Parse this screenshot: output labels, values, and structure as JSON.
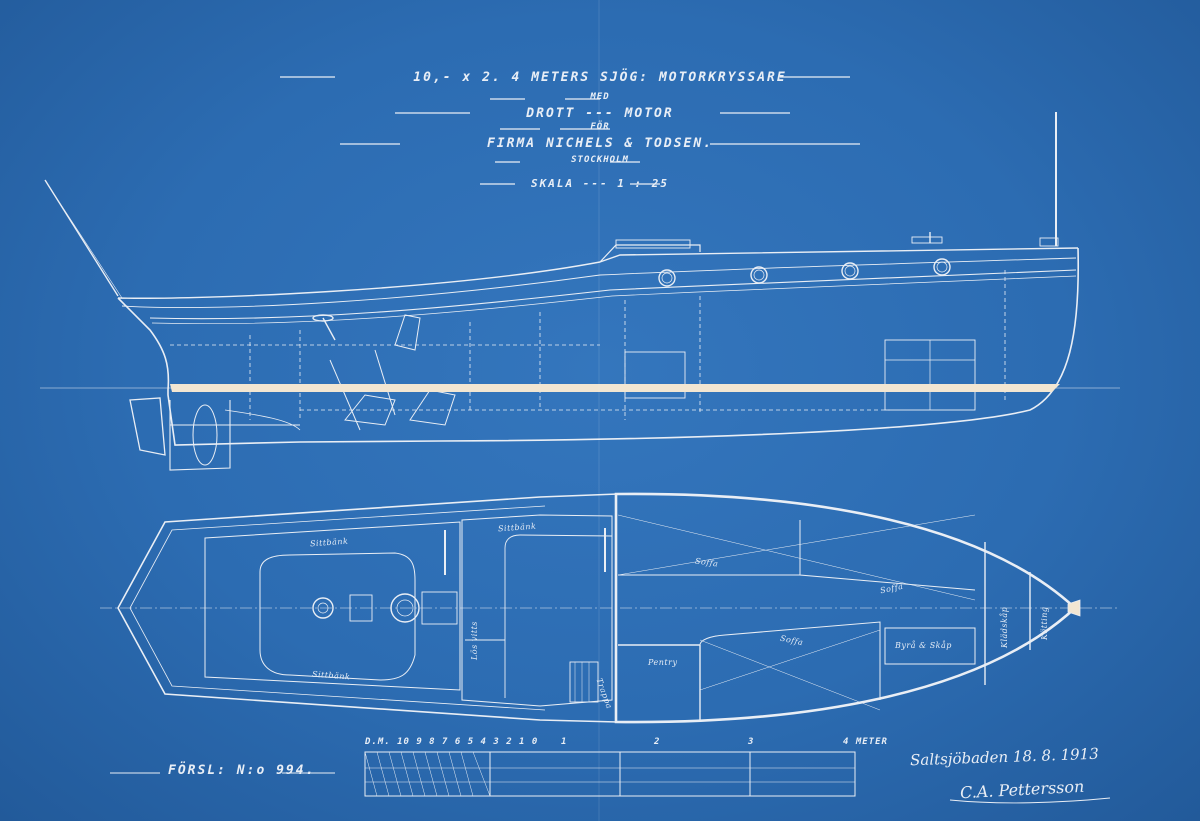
{
  "title_block": {
    "line1": "10,- x 2. 4 METERS SJÖG: MOTORKRYSSARE",
    "line2": "MED",
    "line3": "DROTT --- MOTOR",
    "line4": "FÖR",
    "line5": "FIRMA  NICHELS & TODSEN.",
    "line6": "STOCKHOLM",
    "line7": "SKALA --- 1 : 25"
  },
  "plan_labels": {
    "sittbank_top_left": "Sittbänk",
    "sittbank_top_right": "Sittbänk",
    "sittbank_bottom_left": "Sittbänk",
    "los_vitts": "Lös vitts",
    "pentry": "Pentry",
    "trappa": "Trappa",
    "soffa_1": "Soffa",
    "soffa_2": "Soffa",
    "soffa_3": "Soffa",
    "byra_skap": "Byrå & Skåp",
    "klädskåp": "Klädskåp",
    "kätting": "Kätting"
  },
  "scale_bar": {
    "dm_label": "D.M. 10 9 8 7 6 5 4 3 2 1 0",
    "ticks": [
      "1",
      "2",
      "3"
    ],
    "end_label": "4 METER"
  },
  "proposal": {
    "label": "FÖRSL: N:o 994."
  },
  "signature": {
    "place_date": "Saltsjöbaden 18. 8. 1913",
    "name": "C.A. Pettersson"
  },
  "colors": {
    "paper": "#2c6cb2",
    "ink": "#e9eef5",
    "waterline": "#f2e6d2"
  }
}
